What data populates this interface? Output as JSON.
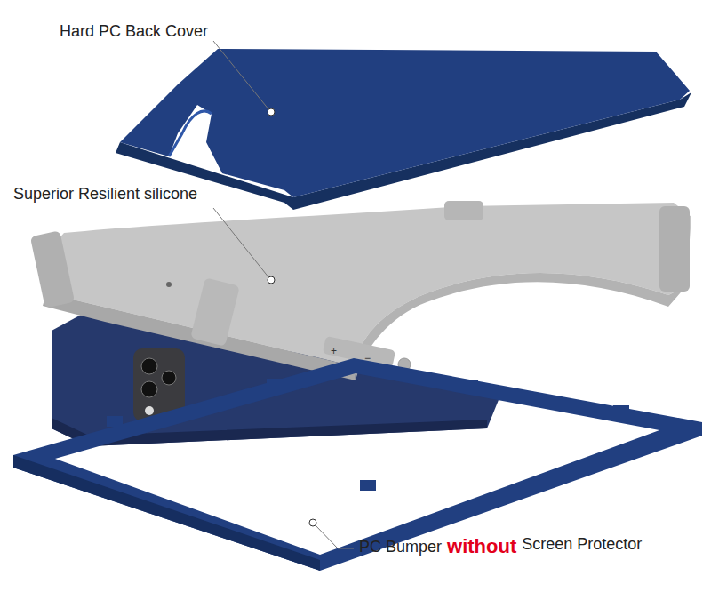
{
  "diagram": {
    "labels": [
      "Hard PC Back Cover",
      "Superior Resilient silicone",
      "PC Bumper",
      "without",
      "Screen Protector",
      "+",
      "−"
    ]
  }
}
